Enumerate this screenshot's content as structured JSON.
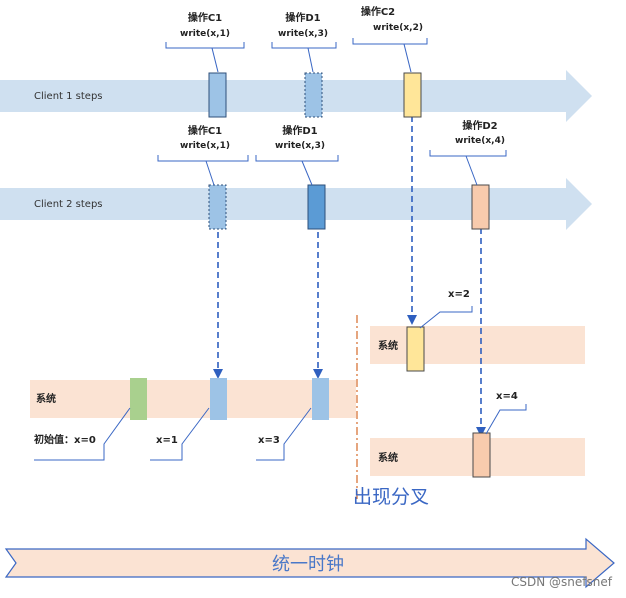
{
  "colors": {
    "client_arrow": "#cfe0f0",
    "system_band": "#fbe3d3",
    "op_c1": "#9dc3e6",
    "op_d1": "#5b9bd5",
    "op_c2": "#ffe699",
    "op_d2": "#f8cbad",
    "init": "#a9d08e",
    "arrow_blue": "#2f5fbf",
    "divider": "#d46a2a"
  },
  "client1": {
    "lane_label": "Client 1 steps",
    "c1": {
      "title": "操作C1",
      "call": "write(x,1)"
    },
    "d1": {
      "title": "操作D1",
      "call": "write(x,3)"
    },
    "c2": {
      "title": "操作C2",
      "call": "write(x,2)"
    }
  },
  "client2": {
    "lane_label": "Client 2 steps",
    "c1": {
      "title": "操作C1",
      "call": "write(x,1)"
    },
    "d1": {
      "title": "操作D1",
      "call": "write(x,3)"
    },
    "d2": {
      "title": "操作D2",
      "call": "write(x,4)"
    }
  },
  "system_main": {
    "label": "系统",
    "initial": "初始值：x=0",
    "after_c1": "x=1",
    "after_d1": "x=3"
  },
  "system_branch1": {
    "label": "系统",
    "value": "x=2"
  },
  "system_branch2": {
    "label": "系统",
    "value": "x=4"
  },
  "fork_label": "出现分叉",
  "clock_label": "统一时钟",
  "watermark": "CSDN @snefsnef"
}
